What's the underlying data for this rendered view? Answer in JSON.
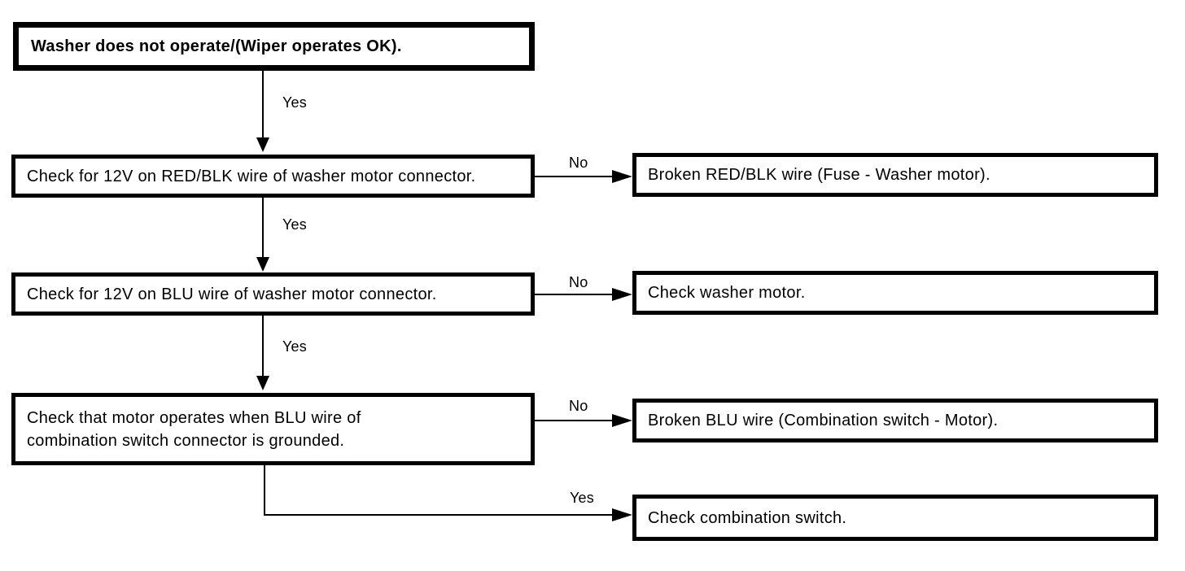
{
  "diagram": {
    "title": "Washer troubleshooting flowchart",
    "nodes": {
      "start": {
        "text": "Washer does not operate/(Wiper operates OK)."
      },
      "check1": {
        "text": "Check for 12V on RED/BLK wire of washer motor connector."
      },
      "check2": {
        "text": "Check for 12V on BLU wire of washer motor connector."
      },
      "check3": {
        "text": "Check that motor operates when BLU wire of\ncombination switch connector is grounded."
      },
      "result1": {
        "text": "Broken RED/BLK wire (Fuse - Washer motor)."
      },
      "result2": {
        "text": "Check washer motor."
      },
      "result3": {
        "text": "Broken BLU wire (Combination switch - Motor)."
      },
      "result4": {
        "text": "Check combination switch."
      }
    },
    "edge_labels": {
      "yes1": "Yes",
      "yes2": "Yes",
      "yes3": "Yes",
      "yes4": "Yes",
      "no1": "No",
      "no2": "No",
      "no3": "No"
    },
    "colors": {
      "line": "#000000",
      "text": "#000000",
      "background": "#ffffff"
    }
  }
}
